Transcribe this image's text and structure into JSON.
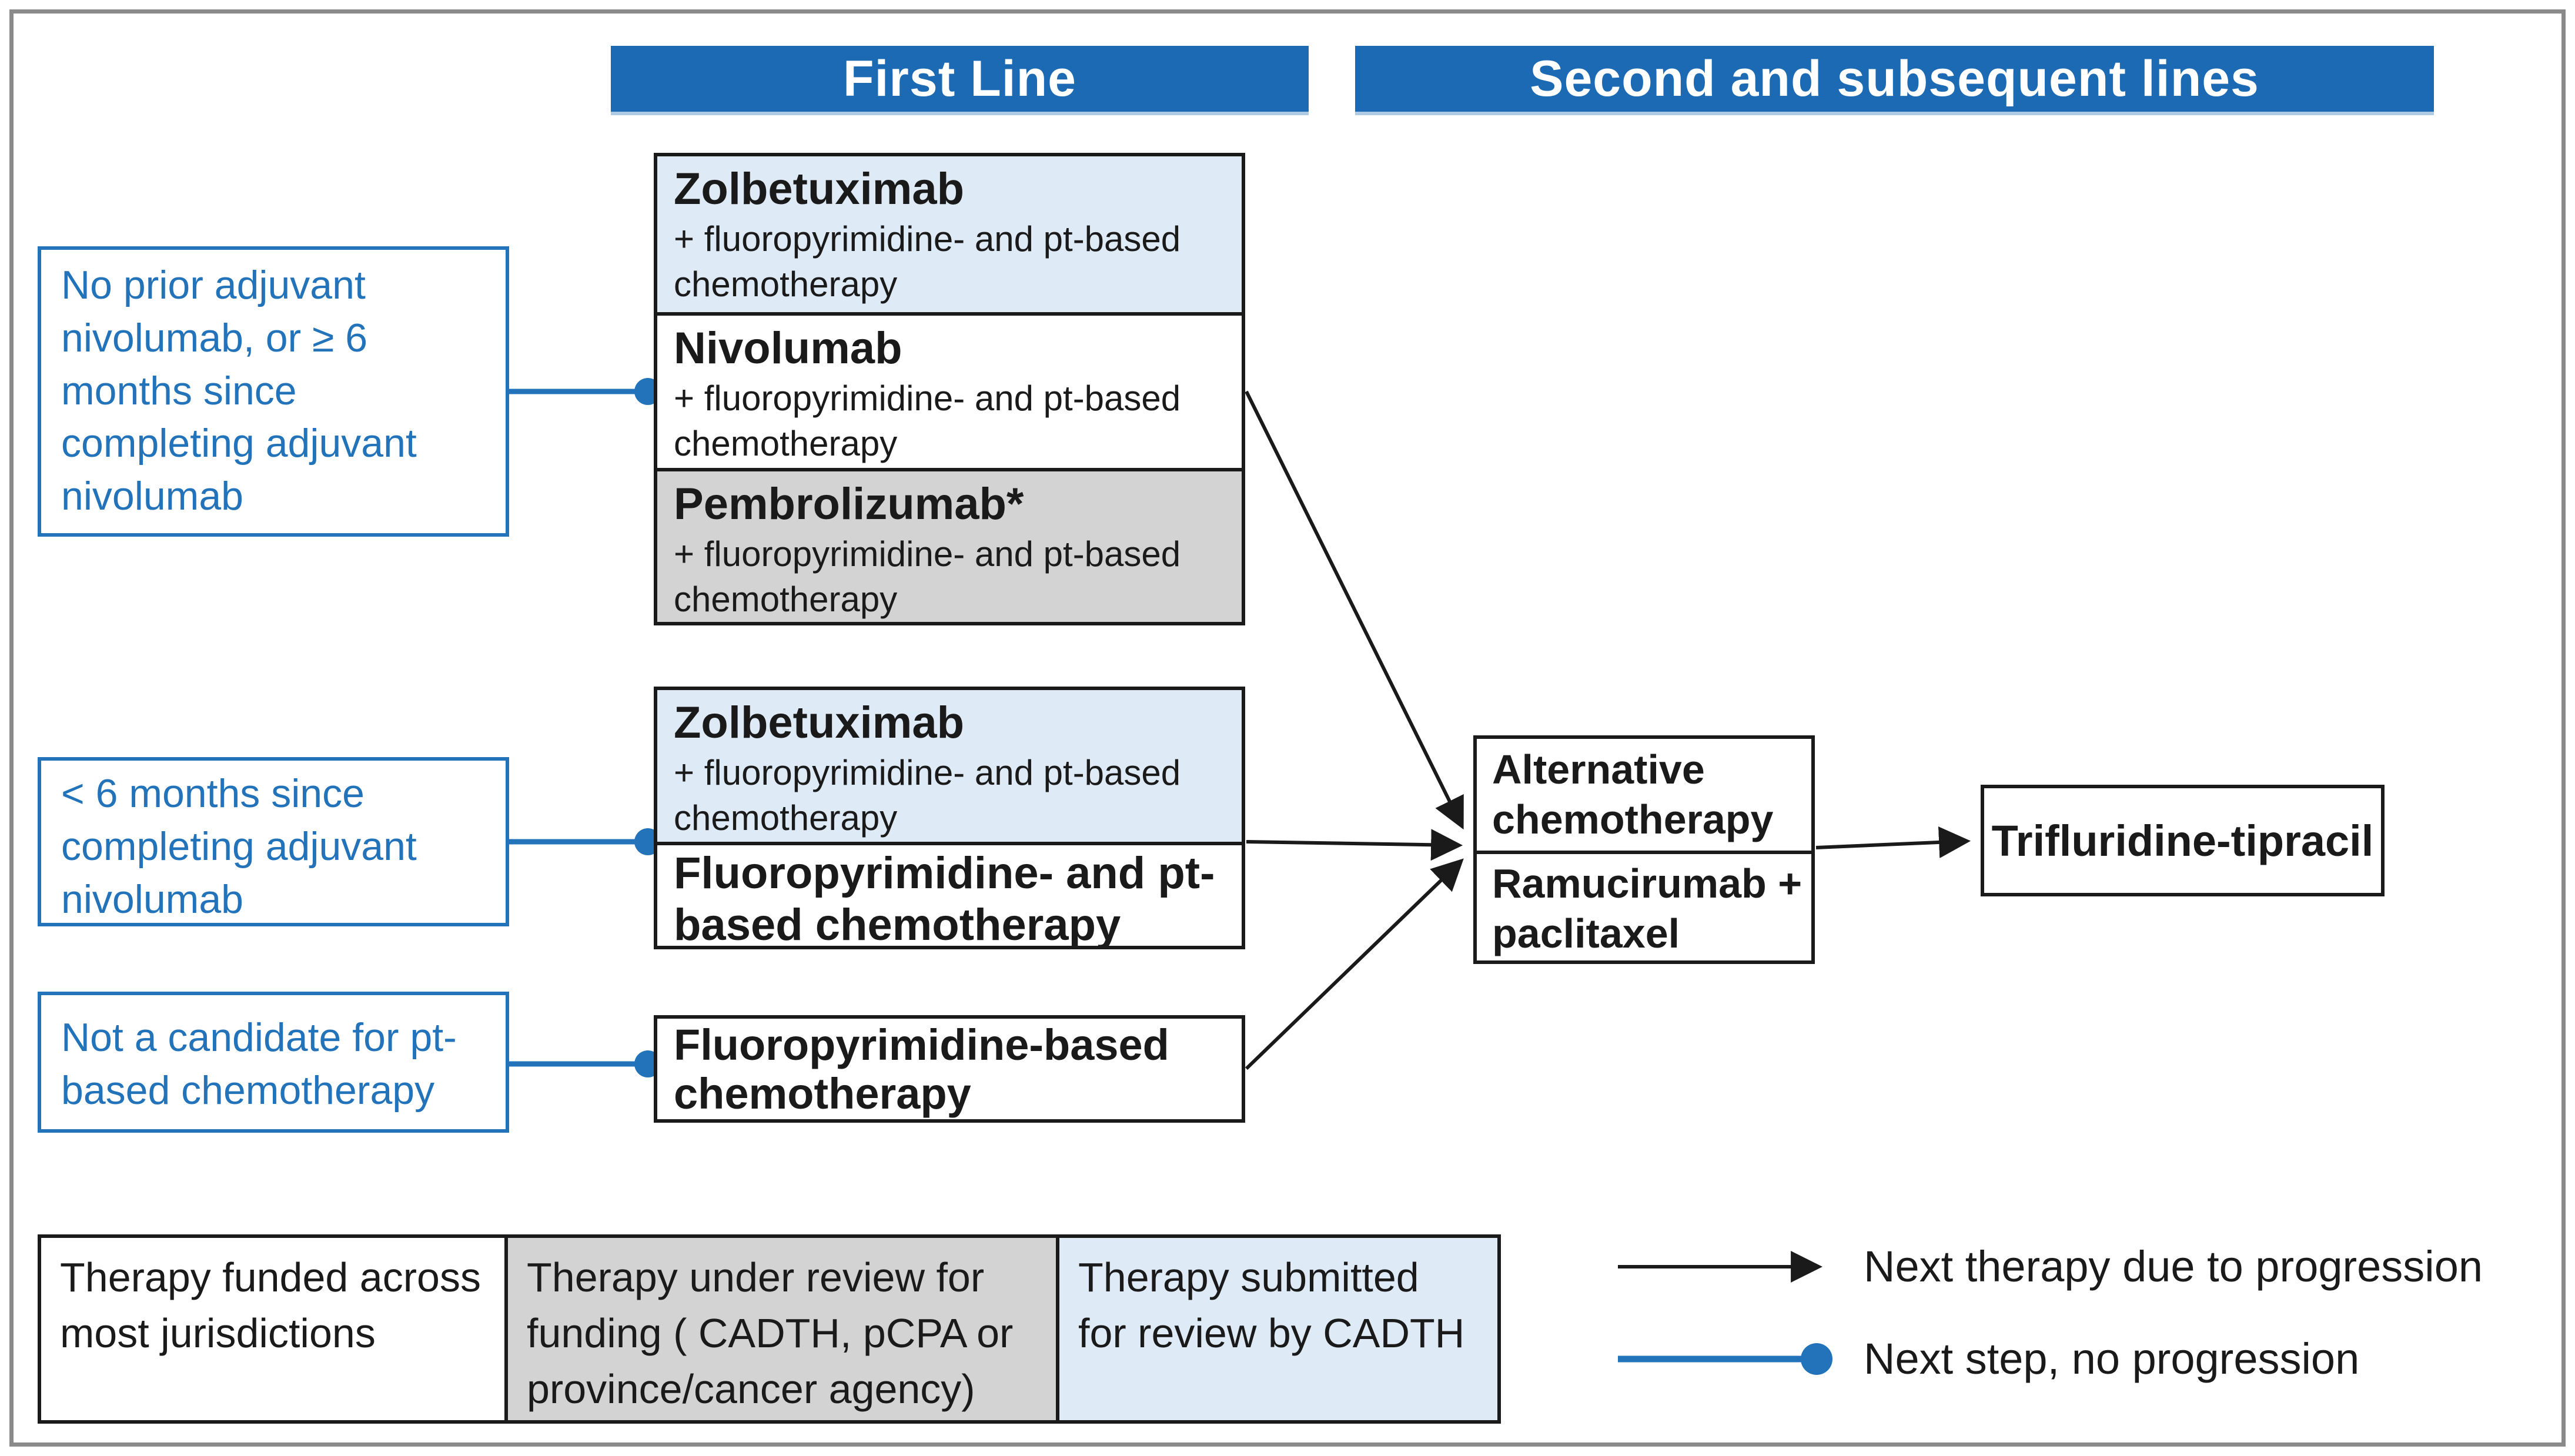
{
  "headers": {
    "first_line": "First Line",
    "second_line": "Second and subsequent lines"
  },
  "conditions": [
    {
      "text": "No prior adjuvant\nnivolumab, or ≥ 6\nmonths since\ncompleting adjuvant\nnivolumab"
    },
    {
      "text": "< 6 months since\ncompleting adjuvant\nnivolumab"
    },
    {
      "text": "Not a candidate for pt-\nbased chemotherapy"
    }
  ],
  "groups": [
    {
      "options": [
        {
          "title": "Zolbetuximab",
          "detail": "+ fluoropyrimidine- and pt-based\nchemotherapy",
          "status": "Therapy submitted for review by CADTH"
        },
        {
          "title": "Nivolumab",
          "detail": "+ fluoropyrimidine- and pt-based\nchemotherapy",
          "status": "Therapy funded across most jurisdictions"
        },
        {
          "title": "Pembrolizumab*",
          "detail": "+ fluoropyrimidine- and pt-based\nchemotherapy",
          "status": "Therapy under review for funding"
        }
      ]
    },
    {
      "options": [
        {
          "title": "Zolbetuximab",
          "detail": "+ fluoropyrimidine- and pt-based\nchemotherapy",
          "status": "Therapy submitted for review by CADTH"
        },
        {
          "title": "Fluoropyrimidine- and pt-\nbased chemotherapy",
          "detail": "",
          "status": "Therapy funded across most jurisdictions"
        }
      ]
    },
    {
      "options": [
        {
          "title": "Fluoropyrimidine-based\nchemotherapy",
          "detail": "",
          "status": "Therapy funded across most jurisdictions"
        }
      ]
    }
  ],
  "second_line": {
    "alternative_label": "Alternative\nchemotherapy",
    "ramucirumab_label": "Ramucirumab +\npaclitaxel",
    "trifluridine_label": "Trifluridine-tipracil"
  },
  "legend": {
    "cells": [
      {
        "label": "Therapy funded across\nmost jurisdictions",
        "fill": "#FFFFFF"
      },
      {
        "label": "Therapy under review for\nfunding ( CADTH, pCPA or\nprovince/cancer agency)",
        "fill": "#D3D3D3"
      },
      {
        "label": "Therapy submitted\nfor review by CADTH",
        "fill": "#DEEAF5"
      }
    ],
    "arrows": [
      {
        "label": "Next therapy due to progression",
        "style": "black-arrow"
      },
      {
        "label": "Next step, no progression",
        "style": "blue-line-dot"
      }
    ]
  },
  "flows": [
    {
      "from": "First-line therapy (no prior / ≥ 6 months group)",
      "to": "Alternative chemotherapy / Ramucirumab + paclitaxel",
      "type": "progression"
    },
    {
      "from": "First-line therapy (< 6 months group)",
      "to": "Alternative chemotherapy / Ramucirumab + paclitaxel",
      "type": "progression"
    },
    {
      "from": "Fluoropyrimidine-based chemotherapy",
      "to": "Alternative chemotherapy / Ramucirumab + paclitaxel",
      "type": "progression"
    },
    {
      "from": "Alternative chemotherapy / Ramucirumab + paclitaxel",
      "to": "Trifluridine-tipracil",
      "type": "progression"
    }
  ],
  "colors": {
    "header_blue": "#1B6AB3",
    "accent_blue": "#2273B9",
    "light_blue_fill": "#DEEAF5",
    "gray_fill": "#D3D3D3",
    "black": "#1A1A1A",
    "frame_gray": "#8A8A8A"
  }
}
